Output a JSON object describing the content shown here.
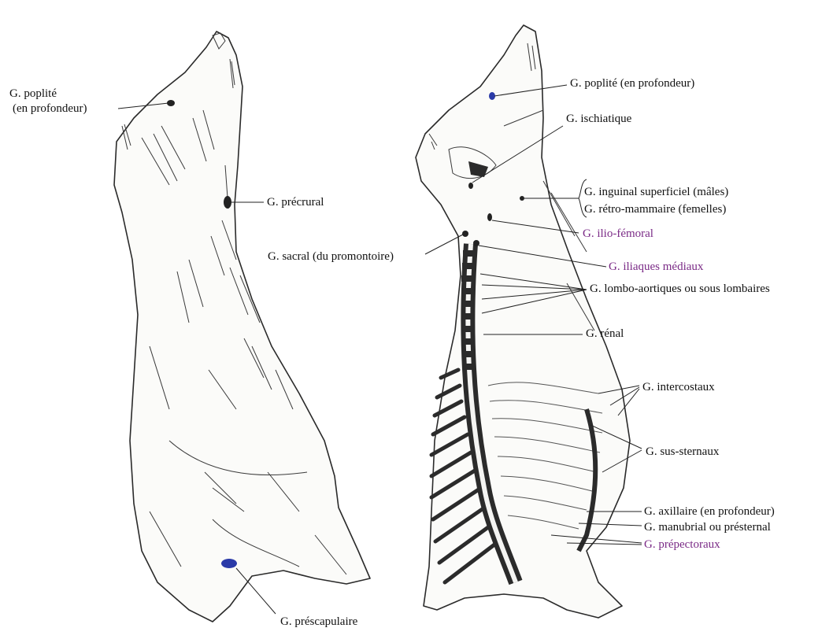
{
  "labels": {
    "left": {
      "poplite": "G. poplité",
      "poplite_sub": "(en profondeur)",
      "precrural": "G. précrural",
      "sacral": "G. sacral (du promontoire)",
      "prescapulaire": "G. préscapulaire"
    },
    "right": {
      "poplite": "G. poplité (en profondeur)",
      "ischiatique": "G. ischiatique",
      "inguinal": "G. inguinal superficiel (mâles)",
      "retro_mammaire": "G. rétro-mammaire (femelles)",
      "ilio_femoral": "G. ilio-fémoral",
      "iliaques_mediaux": "G. iliaques médiaux",
      "lombo_aortiques": "G. lombo-aortiques ou sous lombaires",
      "renal": "G. rénal",
      "intercostaux": "G. intercostaux",
      "sus_sternaux": "G. sus-sternaux",
      "axillaire": "G. axillaire (en profondeur)",
      "manubrial": "G. manubrial ou présternal",
      "prepectoraux": "G. prépectoraux"
    }
  },
  "colors": {
    "label_text": "#111111",
    "highlight_label": "#7a2a86",
    "node_blue": "#2a3aa8",
    "node_dark": "#222222"
  }
}
